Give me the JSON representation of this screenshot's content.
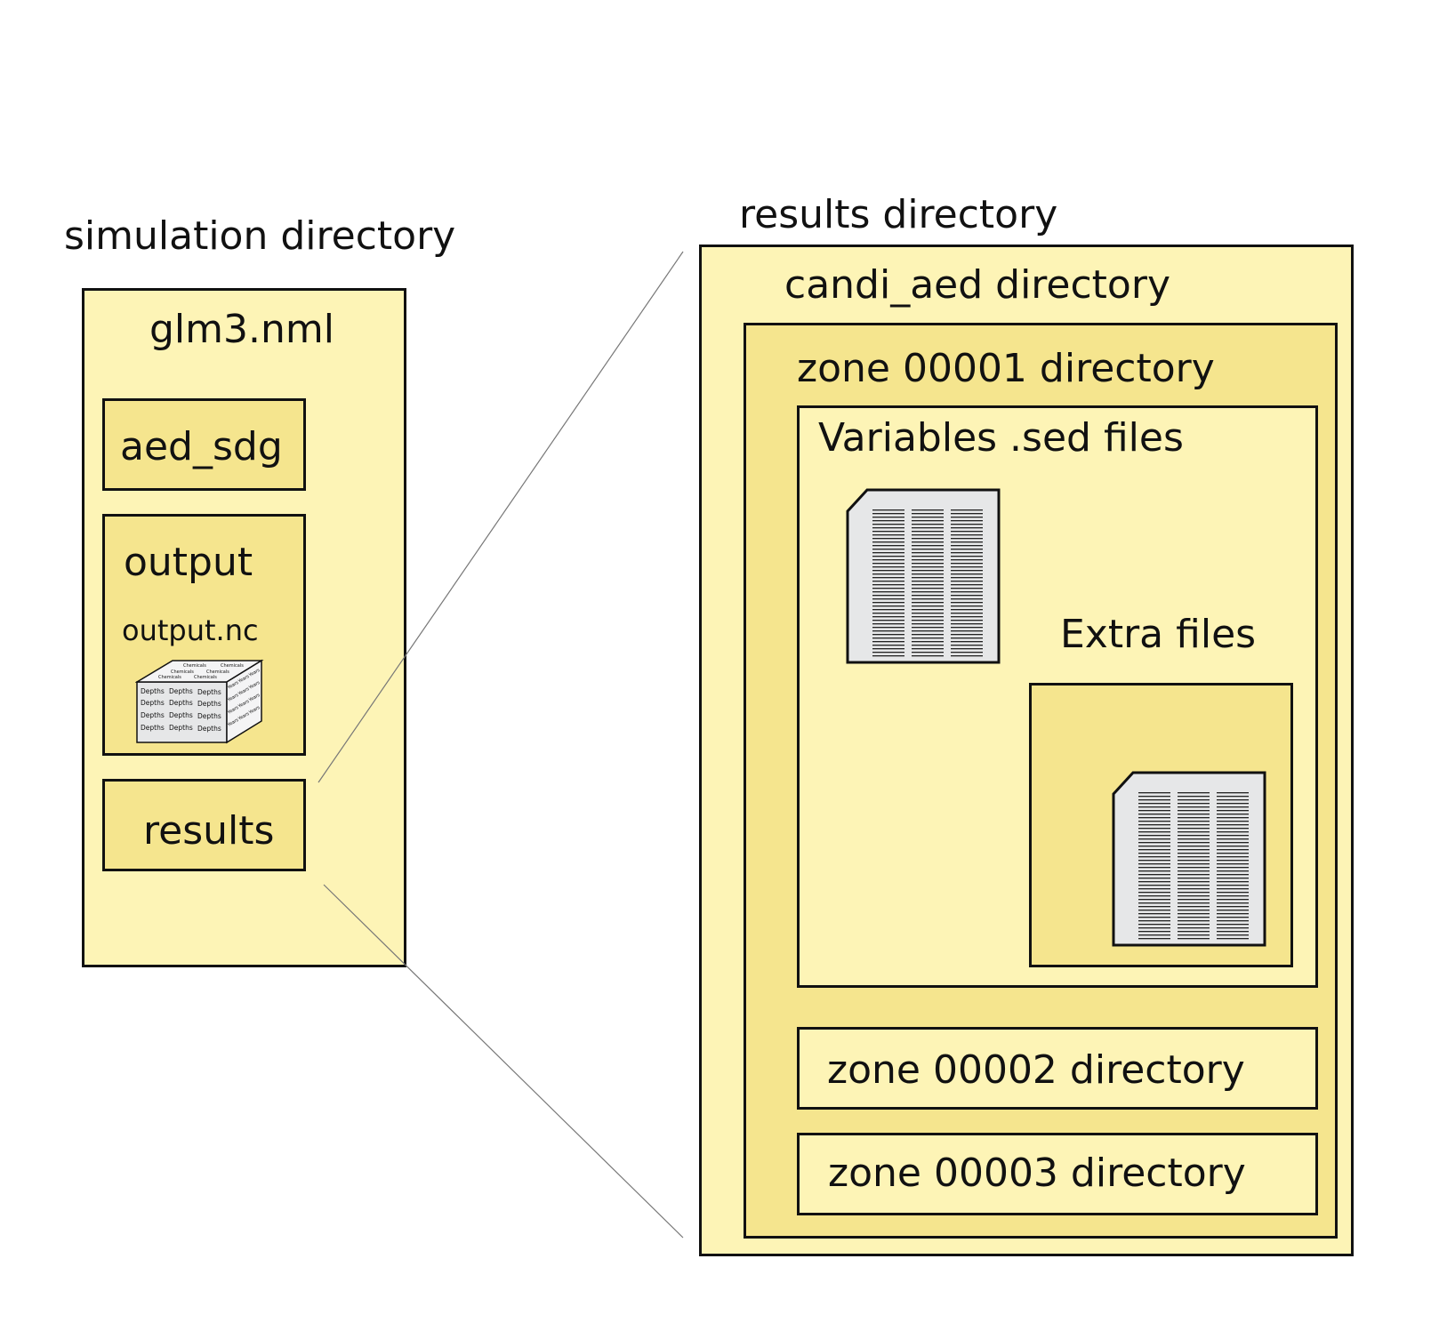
{
  "simulation": {
    "title": "simulation directory",
    "config_file": "glm3.nml",
    "sdg_folder": "aed_sdg",
    "output_folder": "output",
    "output_file": "output.nc",
    "cube_cell_text": "Depths",
    "cube_side_text": "Years",
    "cube_top_text": "Chemicals",
    "results_folder": "results"
  },
  "results": {
    "title": "results directory",
    "candi_title": "candi_aed directory",
    "zone1_title": "zone 00001 directory",
    "variables_title": "Variables .sed files",
    "extra_title": "Extra files",
    "zone2_title": "zone 00002 directory",
    "zone3_title": "zone 00003 directory"
  },
  "colors": {
    "light_fill": "#fdf4b6",
    "mid_fill": "#f5e58e",
    "border": "#111111",
    "doc_fill": "#e6e7e8"
  },
  "icons": [
    "data-cube-icon",
    "document-icon",
    "document-icon"
  ]
}
